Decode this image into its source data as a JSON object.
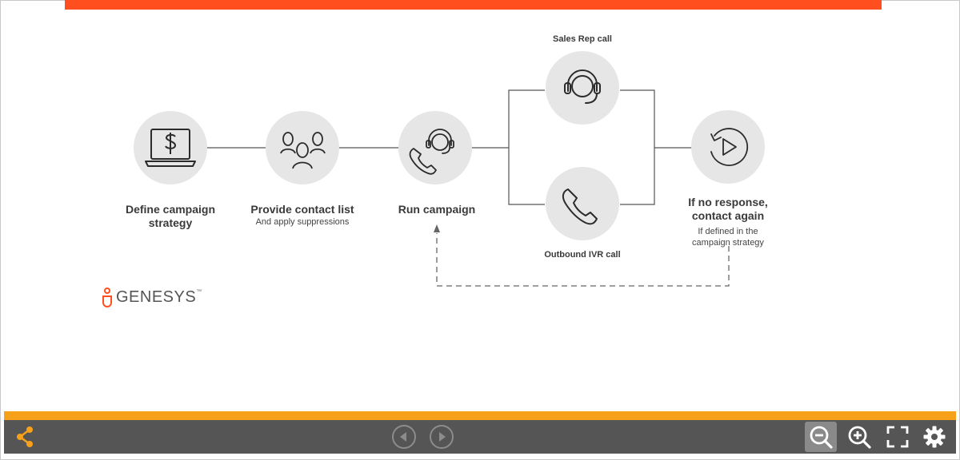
{
  "steps": [
    {
      "title": "Define campaign\nstrategy",
      "subtitle": ""
    },
    {
      "title": "Provide contact list",
      "subtitle": "And apply suppressions"
    },
    {
      "title": "Run campaign",
      "subtitle": ""
    },
    {
      "title": "If no response,\ncontact again",
      "subtitle": "If defined in the\ncampaign strategy"
    }
  ],
  "branches": {
    "top_label": "Sales Rep call",
    "bottom_label": "Outbound IVR call"
  },
  "icons": {
    "step1": "laptop-dollar-icon",
    "step2": "people-group-icon",
    "step3": "phone-headset-icon",
    "top_branch": "headset-icon",
    "bottom_branch": "phone-icon",
    "step4": "replay-icon"
  },
  "logo": {
    "text": "GENESYS",
    "trademark": "™"
  },
  "toolbar": {
    "share": "share-icon",
    "prev": "previous-icon",
    "next": "next-icon",
    "zoom_out": "zoom-out-icon",
    "zoom_in": "zoom-in-icon",
    "fullscreen": "fullscreen-icon",
    "settings": "gear-icon"
  },
  "colors": {
    "accent_red": "#ff4f1f",
    "accent_orange": "#f7a11a",
    "toolbar_bg": "#555555",
    "circle_fill": "#e6e6e6",
    "icon_stroke": "#2b2b2b"
  }
}
